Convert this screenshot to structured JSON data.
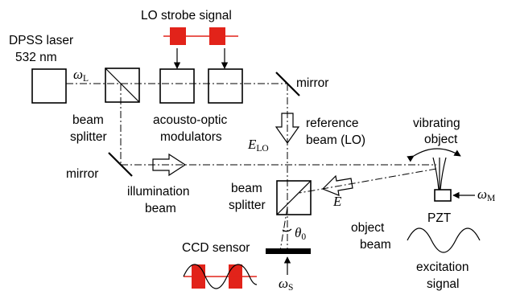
{
  "labels": {
    "lo_strobe": "LO strobe signal",
    "laser_line1": "DPSS laser",
    "laser_line2": "532 nm",
    "mirror_top": "mirror",
    "bs1_line1": "beam",
    "bs1_line2": "splitter",
    "aom_line1": "acousto-optic",
    "aom_line2": "modulators",
    "ref_line1": "reference",
    "ref_line2": "beam (LO)",
    "vib_line1": "vibrating",
    "vib_line2": "object",
    "mirror_left": "mirror",
    "illum_line1": "illumination",
    "illum_line2": "beam",
    "bs2_line1": "beam",
    "bs2_line2": "splitter",
    "obj_line1": "object",
    "obj_line2": "beam",
    "pzt": "PZT",
    "ccd": "CCD sensor",
    "exc_line1": "excitation",
    "exc_line2": "signal"
  },
  "symbols": {
    "omega": "ω",
    "omega_L_sub": "L",
    "omega_M_sub": "M",
    "omega_S_sub": "S",
    "E": "E",
    "E_LO_sub": "LO",
    "theta": "θ",
    "theta_sub": "0"
  },
  "colors": {
    "signal_red": "#e2231a",
    "line": "#000000"
  }
}
